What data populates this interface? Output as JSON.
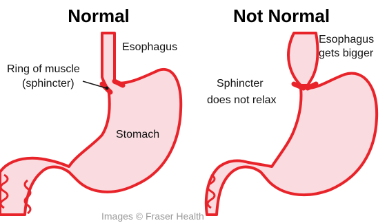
{
  "colors": {
    "organ_fill": "#f9dbe0",
    "organ_outline": "#e8242a",
    "text": "#111111",
    "credit_text": "#9a9a9a"
  },
  "panels": {
    "normal": {
      "title": "Normal",
      "labels": {
        "esophagus": "Esophagus",
        "ring_line1": "Ring of muscle",
        "ring_line2": "(sphincter)",
        "stomach": "Stomach"
      }
    },
    "not_normal": {
      "title": "Not Normal",
      "labels": {
        "esophagus_line1": "Esophagus",
        "esophagus_line2": "gets bigger",
        "sphincter_line1": "Sphincter",
        "sphincter_line2": "does not relax"
      }
    }
  },
  "credit": "Images © Fraser Health"
}
